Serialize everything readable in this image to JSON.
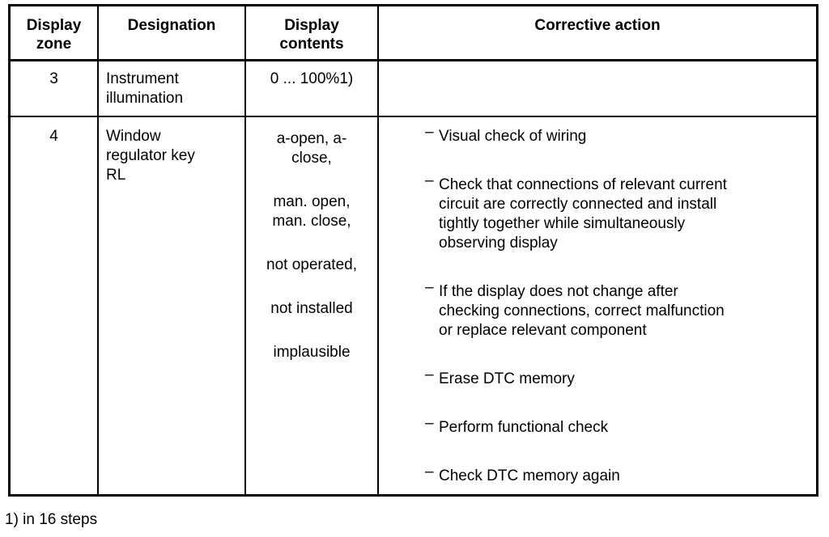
{
  "table": {
    "headers": [
      [
        "Display",
        "zone"
      ],
      [
        "Designation"
      ],
      [
        "Display",
        "contents"
      ],
      [
        "Corrective action"
      ]
    ],
    "rows": [
      {
        "zone": "3",
        "designation_lines": [
          "Instrument",
          "illumination"
        ],
        "contents": [
          {
            "lines": [
              "0 ... 100%1)"
            ]
          }
        ],
        "actions": []
      },
      {
        "zone": "4",
        "designation_lines": [
          "Window",
          "regulator key",
          "RL"
        ],
        "contents": [
          {
            "lines": [
              "a-open, a-",
              "close,"
            ]
          },
          {
            "lines": [
              "man. open,",
              "man. close,"
            ]
          },
          {
            "lines": [
              "not operated,"
            ]
          },
          {
            "lines": [
              "not installed"
            ]
          },
          {
            "lines": [
              "implausible"
            ]
          }
        ],
        "actions": [
          {
            "lines": [
              "Visual check of wiring"
            ]
          },
          {
            "lines": [
              "Check that connections of relevant current",
              "circuit are correctly connected and install",
              "tightly together while simultaneously",
              "observing display"
            ]
          },
          {
            "lines": [
              "If the display does not change after",
              "checking connections, correct malfunction",
              "or replace relevant component"
            ]
          },
          {
            "lines": [
              "Erase DTC memory"
            ]
          },
          {
            "lines": [
              "Perform functional check"
            ]
          },
          {
            "lines": [
              "Check DTC memory again"
            ]
          }
        ]
      }
    ]
  },
  "bullet": "–",
  "footnote": "1) in 16 steps"
}
